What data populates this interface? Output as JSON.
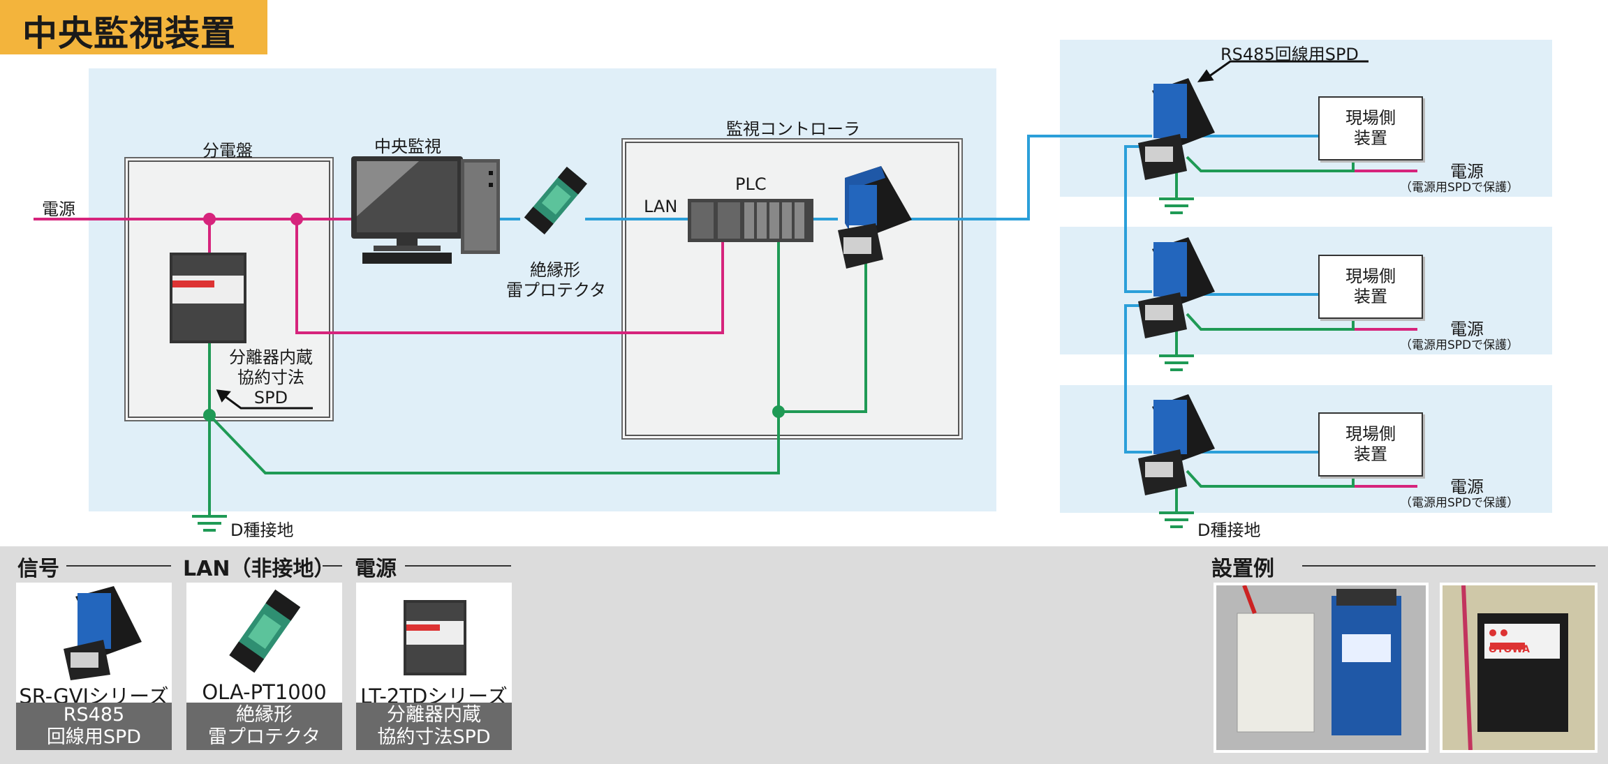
{
  "title": "中央監視装置",
  "diagram": {
    "left_power_label": "電源",
    "panel_board_label": "分電盤",
    "central_monitor_label": "中央監視",
    "isolation_protector_label_1": "絶縁形",
    "isolation_protector_label_2": "雷プロテクタ",
    "controller_label": "監視コントローラ",
    "plc_label": "PLC",
    "lan_label": "LAN",
    "spd_label_1": "分離器内蔵",
    "spd_label_2": "協約寸法",
    "spd_label_3": "SPD",
    "ground_label_left": "D種接地",
    "ground_label_right": "D種接地",
    "rs485_spd_label": "RS485回線用SPD",
    "field_device_line1": "現場側",
    "field_device_line2": "装置",
    "field_power_label": "電源",
    "field_power_note": "（電源用SPDで保護）"
  },
  "legend": {
    "signal_head": "信号",
    "lan_head": "LAN（非接地）",
    "power_head": "電源",
    "example_head": "設置例",
    "cards": [
      {
        "model": "SR-GVJシリーズ",
        "desc1": "RS485",
        "desc2": "回線用SPD"
      },
      {
        "model": "OLA-PT1000",
        "desc1": "絶縁形",
        "desc2": "雷プロテクタ"
      },
      {
        "model": "LT-2TDシリーズ",
        "desc1": "分離器内蔵",
        "desc2": "協約寸法SPD"
      }
    ],
    "photo_brand": "OTOWA"
  },
  "colors": {
    "power_line": "#d6247c",
    "signal_line": "#2b9fd9",
    "ground_line": "#1f9a55",
    "panel_bg": "#e0eff8",
    "title_tab": "#f3b43c"
  }
}
